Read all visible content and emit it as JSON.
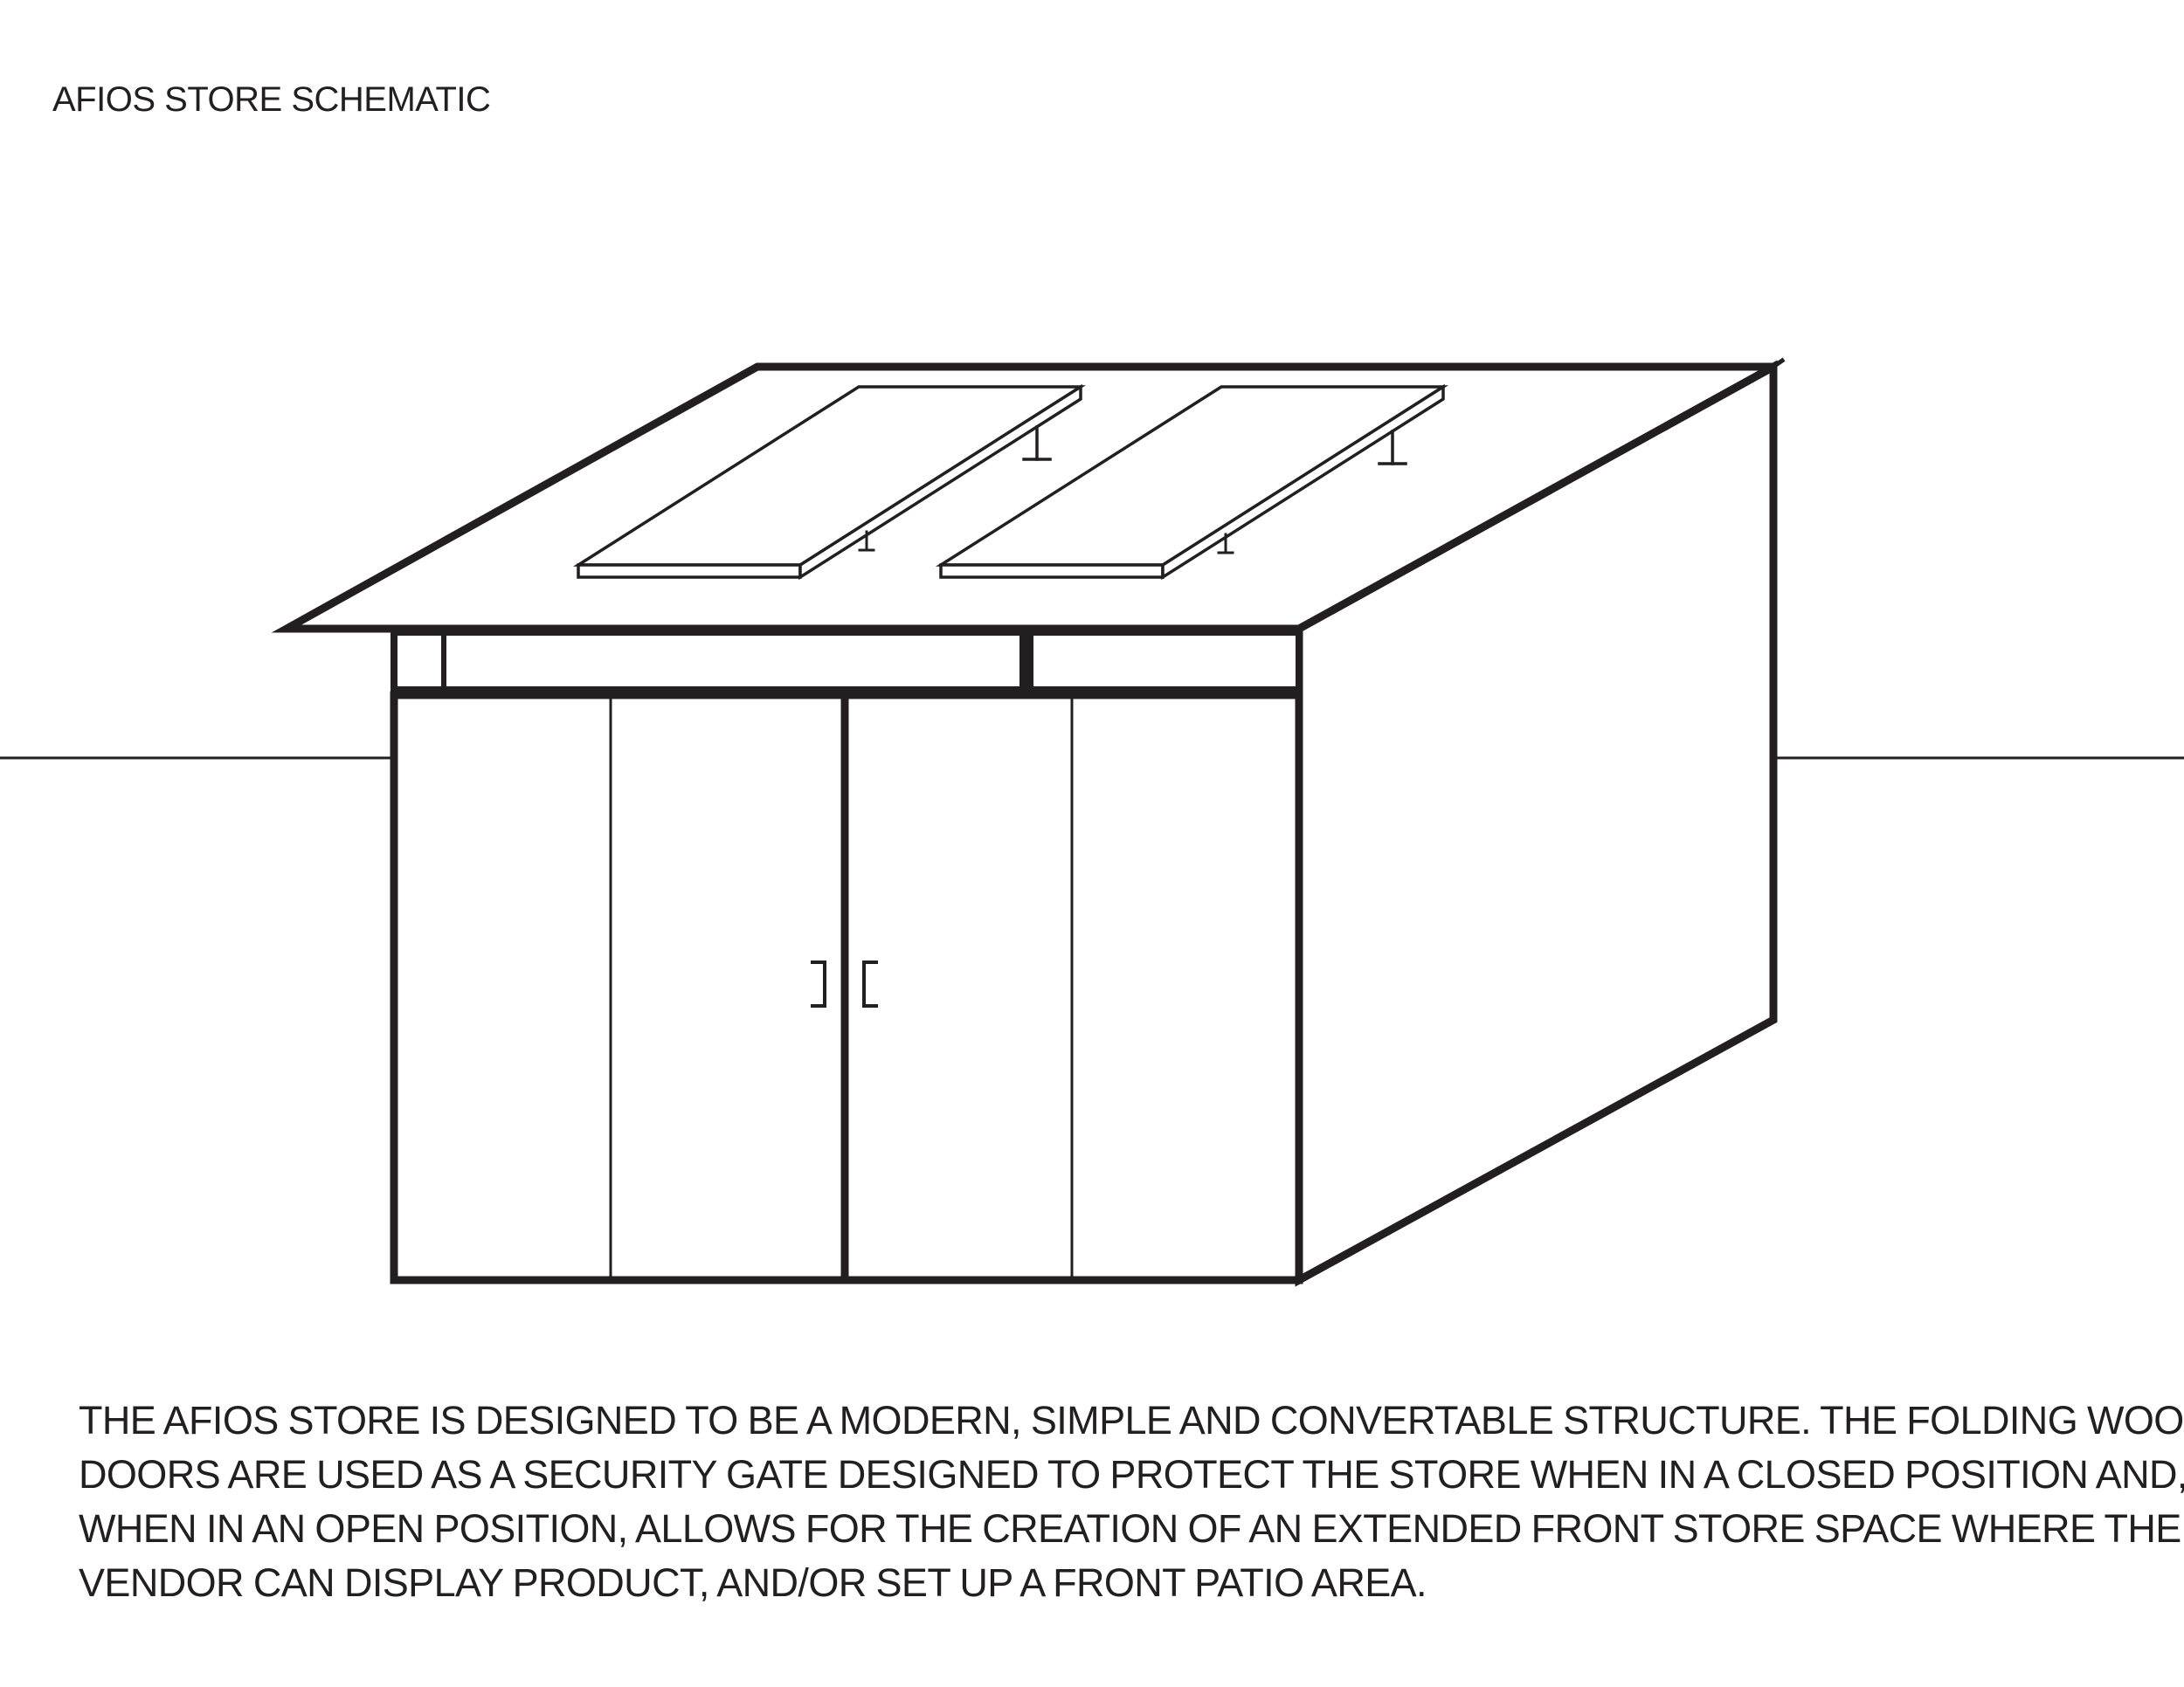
{
  "title": "AFIOS STORE SCHEMATIC",
  "description_lines": [
    "THE AFIOS STORE IS DESIGNED TO BE A MODERN, SIMPLE AND CONVERTABLE STRUCTURE. THE FOLDING WOODEN",
    "DOORS ARE USED AS A SECURITY GATE DESIGNED TO PROTECT THE STORE WHEN IN A CLOSED POSITION AND,",
    "WHEN IN AN OPEN POSITION, ALLOWS FOR THE CREATION OF AN EXTENDED FRONT STORE SPACE WHERE THE",
    "VENDOR CAN DISPLAY PRODUCT, AND/OR SET UP A FRONT PATIO AREA."
  ],
  "colors": {
    "ink": "#231f20",
    "background": "#ffffff"
  }
}
